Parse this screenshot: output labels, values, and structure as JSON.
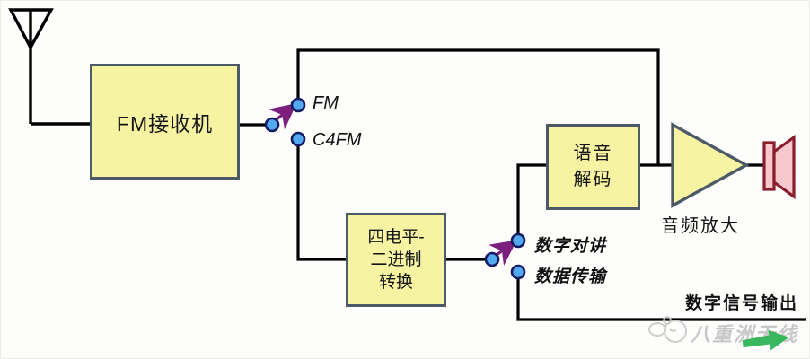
{
  "blocks": {
    "fm_receiver": {
      "label": "FM接收机"
    },
    "level_converter": {
      "line1": "四电平-",
      "line2": "二进制",
      "line3": "转换"
    },
    "voice_decoder": {
      "line1": "语音",
      "line2": "解码"
    }
  },
  "switch1": {
    "pos1": "FM",
    "pos2": "C4FM",
    "selected": "FM"
  },
  "switch2": {
    "pos1": "数字对讲",
    "pos2": "数据传输",
    "selected": "数字对讲"
  },
  "labels": {
    "amplifier": "音频放大",
    "digital_output": "数字信号输出"
  },
  "watermark": {
    "text": "八重洲无线"
  },
  "icons": {
    "antenna": "antenna-icon",
    "amplifier": "amplifier-triangle-icon",
    "speaker": "speaker-icon",
    "switch_arrow": "switch-selector-arrow-icon",
    "output_arrow": "green-right-arrow-icon",
    "watermark_logo": "doodle-logo-icon"
  },
  "colors": {
    "box_fill": "#f6f3a2",
    "box_border": "#4b5a66",
    "node_fill": "#52a9ef",
    "node_border": "#131b63",
    "selector_arrow": "#7b1e7e",
    "wire": "#000000",
    "speaker_fill": "#f7c8cc",
    "speaker_border": "#8b1e2d",
    "green_arrow": "#2fb457",
    "watermark": "#c0c0c0"
  }
}
